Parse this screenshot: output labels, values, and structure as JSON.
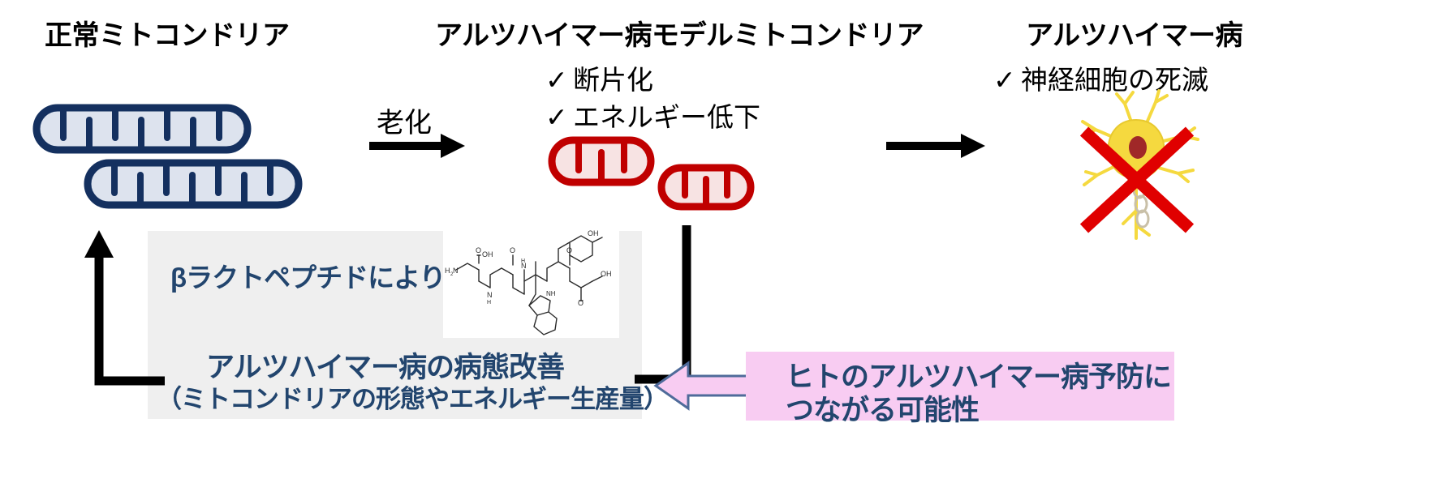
{
  "headings": {
    "normal_mito": "正常ミトコンドリア",
    "ad_model_mito": "アルツハイマー病モデルミトコンドリア",
    "alzheimer": "アルツハイマー病"
  },
  "labels": {
    "aging": "老化",
    "check_glyph": "✓"
  },
  "ad_model_bullets": [
    "断片化",
    "エネルギー低下"
  ],
  "alzheimer_bullets": [
    "神経細胞の死滅"
  ],
  "gray_panel": {
    "peptide_text": "βラクトペプチドにより…",
    "result_line1": "アルツハイマー病の病態改善",
    "result_line2": "（ミトコンドリアの形態やエネルギー生産量）"
  },
  "chem_labels": {
    "h2n": "H",
    "h2n_sub": "2",
    "h2n_tail": "N",
    "o": "O",
    "n": "N",
    "h": "H",
    "oh": "OH",
    "nh": "NH"
  },
  "pink_box": {
    "line1": "ヒトのアルツハイマー病予防に",
    "line2": "つながる可能性"
  },
  "colors": {
    "navy_outline": "#14305f",
    "navy_fill": "#dde3ee",
    "red_outline": "#c00000",
    "red_fill": "#f7e3e3",
    "text_navy": "#22456e",
    "pink_bg": "#f8ccf2",
    "arrow_fill": "#f8ccf2",
    "arrow_stroke": "#4f6b9a",
    "gray_panel": "#efefef",
    "neuron_yellow": "#f5d93f",
    "neuron_nucleus": "#a02828",
    "cross_red": "#e00000",
    "black": "#000000"
  }
}
